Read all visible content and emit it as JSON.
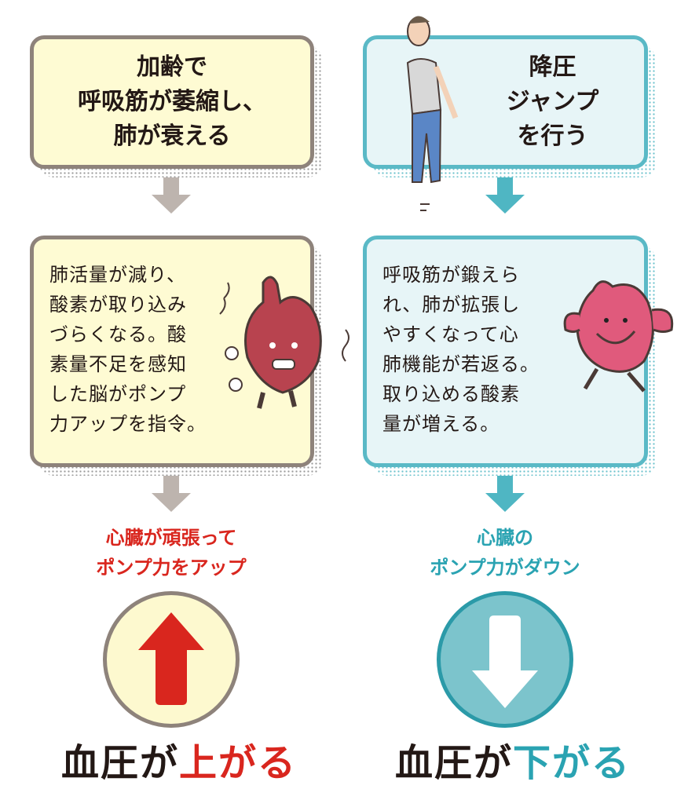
{
  "left": {
    "top_box": {
      "lines": [
        "加齢で",
        "呼吸筋が萎縮し、",
        "肺が衰える"
      ]
    },
    "middle_box": {
      "lines": [
        "肺活量が減り、",
        "酸素が取り込み",
        "づらくなる。酸",
        "素量不足を感知",
        "した脳がポンプ",
        "力アップを指令。"
      ]
    },
    "caption": {
      "lines": [
        "心臓が頑張って",
        "ポンプ力をアップ"
      ]
    },
    "result": {
      "prefix": "血圧が",
      "highlight": "上がる"
    },
    "colors": {
      "accent": "#d9261e",
      "box_bg": "#fefbd3",
      "border": "#8e837b",
      "arrow": "#bdb4ae"
    }
  },
  "right": {
    "top_box": {
      "lines": [
        "降圧",
        "ジャンプ",
        "を行う"
      ]
    },
    "middle_box": {
      "lines": [
        "呼吸筋が鍛えら",
        "れ、肺が拡張し",
        "やすくなって心",
        "肺機能が若返る。",
        "取り込める酸素",
        "量が増える。"
      ]
    },
    "caption": {
      "lines": [
        "心臓の",
        "ポンプ力がダウン"
      ]
    },
    "result": {
      "prefix": "血圧が",
      "highlight": "下がる"
    },
    "colors": {
      "accent": "#2aa3b2",
      "box_bg": "#e7f5f7",
      "border": "#5ab9c6",
      "arrow": "#4fb6c3"
    }
  }
}
